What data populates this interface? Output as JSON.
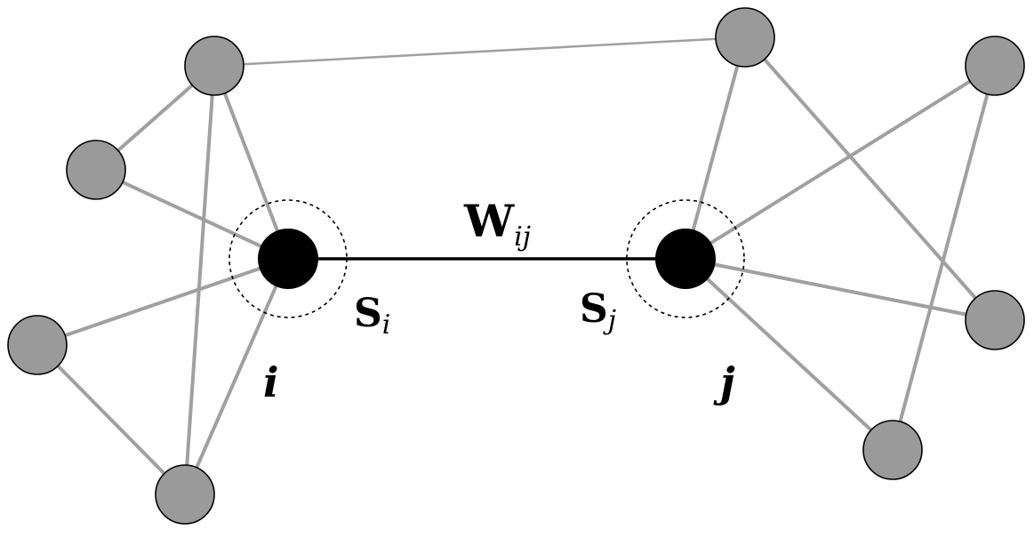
{
  "colors": {
    "node_gray": "#9a9a9a",
    "node_main": "#000000",
    "edge_gray": "#a0a0a0",
    "edge_main": "#000000",
    "background": "#ffffff"
  },
  "labels": {
    "weight_main": "W",
    "weight_sub": "ij",
    "s_i_main": "S",
    "s_i_sub": "i",
    "s_j_main": "S",
    "s_j_sub": "j",
    "node_i": "i",
    "node_j": "j"
  }
}
